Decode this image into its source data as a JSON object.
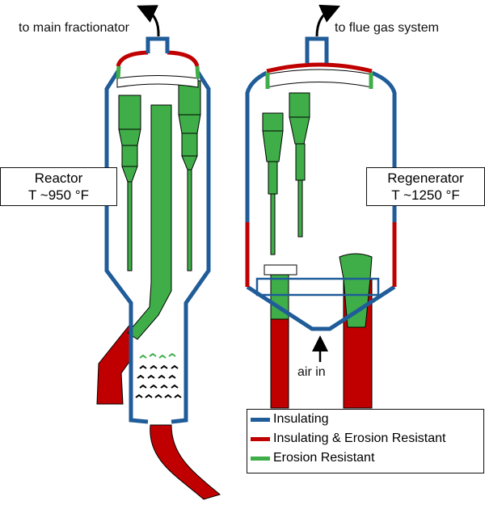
{
  "labels": {
    "reactor_outlet": "to main fractionator",
    "regenerator_outlet": "to flue gas system",
    "air_in": "air in"
  },
  "reactor": {
    "name": "Reactor",
    "temp": "T ~950 °F"
  },
  "regenerator": {
    "name": "Regenerator",
    "temp": "T ~1250 °F"
  },
  "legend": [
    {
      "label": "Insulating",
      "color": "#1f5c99"
    },
    {
      "label": "Insulating & Erosion Resistant",
      "color": "#c00000"
    },
    {
      "label": "Erosion Resistant",
      "color": "#3fae49"
    }
  ]
}
